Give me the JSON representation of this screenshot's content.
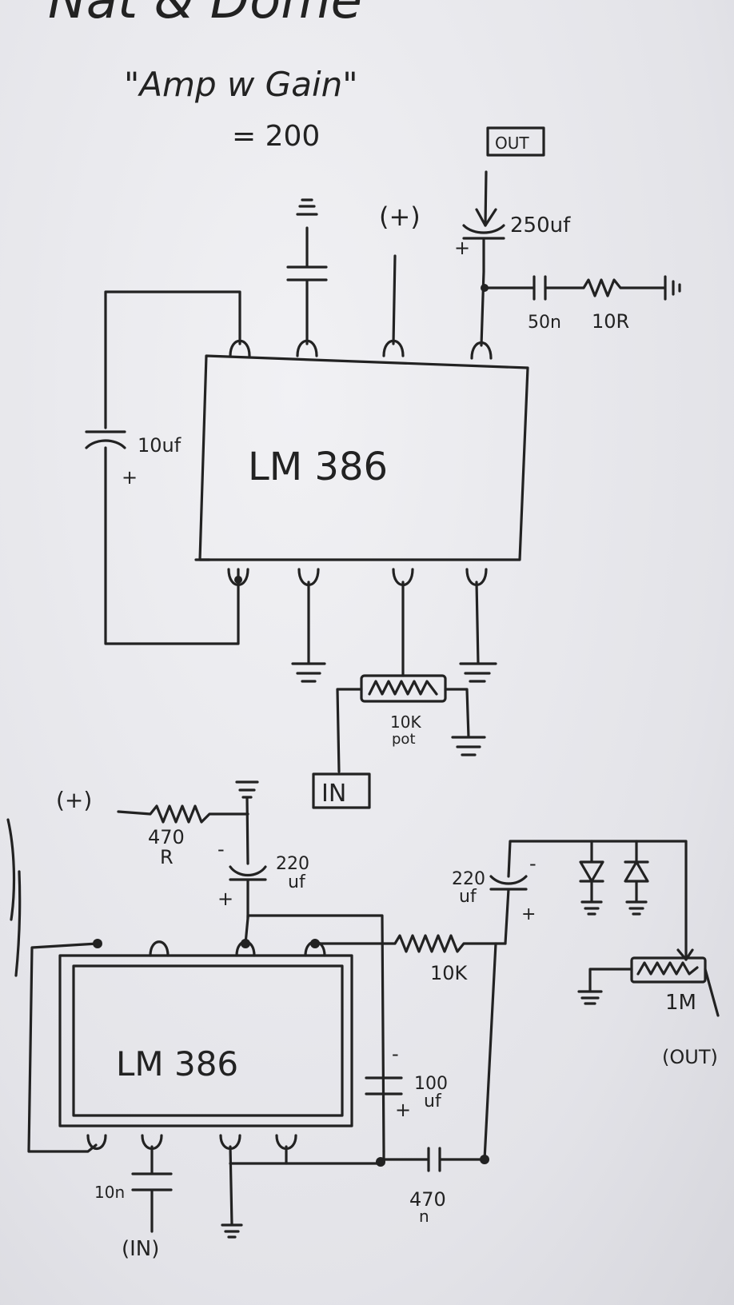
{
  "heading": {
    "top_scrawl": "Nat & Dome",
    "title": "\"Amp w Gain\"",
    "gain": "= 200"
  },
  "circuit1": {
    "chip_label": "LM 386",
    "out_label": "OUT",
    "cap_out": "250uf",
    "cap_zobel": "50n",
    "res_zobel": "10R",
    "plus_label": "(+)",
    "cap_gain": "10uf",
    "pot_label": "10K",
    "pot_sub": "pot",
    "in_label": "IN"
  },
  "circuit2": {
    "chip_label": "LM 386",
    "plus_label": "(+)",
    "res_supply": "470",
    "res_supply_unit": "R",
    "cap_supply": "220",
    "cap_supply_unit": "uf",
    "cap_out": "220",
    "cap_out_unit": "uf",
    "res_fb": "10K",
    "cap_bypass": "100",
    "cap_bypass_unit": "uf",
    "pot_label": "1M",
    "out_label": "(OUT)",
    "cap_in": "10n",
    "in_label": "(IN)",
    "cap_470": "470",
    "cap_470_unit": "n"
  }
}
